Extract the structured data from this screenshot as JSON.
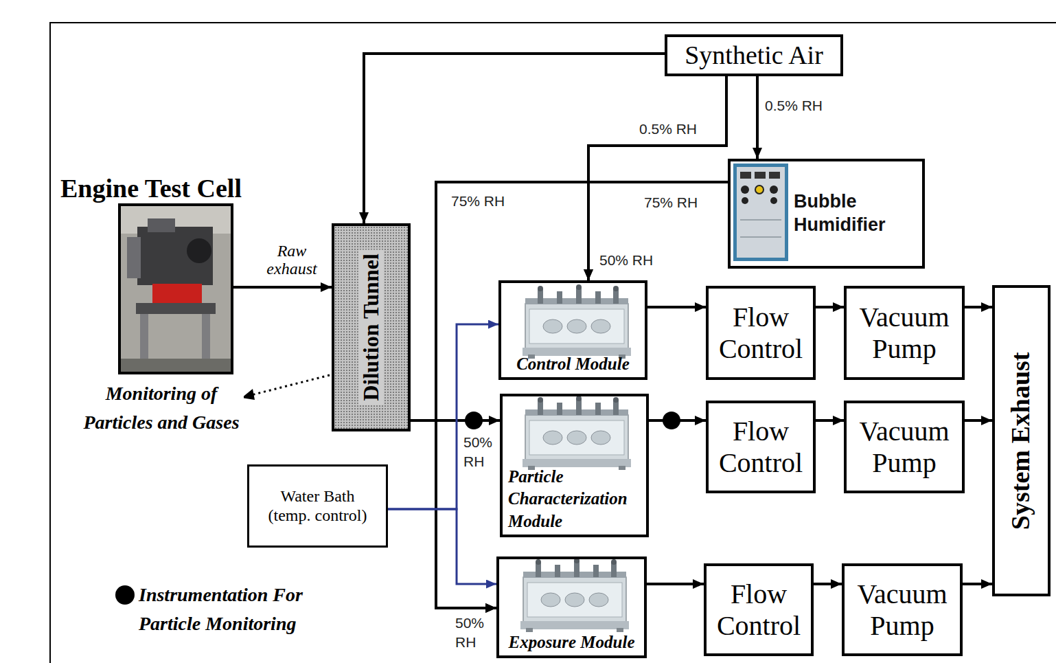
{
  "diagram": {
    "nodes": [
      {
        "text": [
          "Synthetic Air"
        ]
      },
      {
        "text": [
          "Bubble Humidifier"
        ]
      },
      {
        "text": [
          "Engine Test Cell"
        ]
      },
      {
        "text": [
          "Dilution Tunnel"
        ]
      },
      {
        "text": [
          "Control Module"
        ]
      },
      {
        "text": [
          "Flow Control"
        ]
      },
      {
        "text": [
          "Vacuum Pump"
        ]
      },
      {
        "text": [
          "System Exhaust"
        ]
      },
      {
        "text": [
          "Particle Characterization Module"
        ]
      },
      {
        "text": [
          "Flow Control"
        ]
      },
      {
        "text": [
          "Vacuum Pump"
        ]
      },
      {
        "text": [
          "Water Bath (temp. control)"
        ]
      },
      {
        "text": [
          "Exposure Module"
        ]
      },
      {
        "text": [
          "Flow Control"
        ]
      },
      {
        "text": [
          "Vacuum Pump"
        ]
      }
    ],
    "edges": [
      {
        "from": 0,
        "to": 3,
        "arrow": "to"
      },
      {
        "from": 0,
        "to": 1,
        "label": "0.5% RH",
        "arrow": "to"
      },
      {
        "from": 0,
        "to": 4,
        "label": "0.5% RH",
        "arrow": "to"
      },
      {
        "from": 1,
        "to": 4,
        "label": "75% RH",
        "arrow": "to"
      },
      {
        "from": 1,
        "to": 12,
        "label": "75% RH",
        "arrow": "to"
      },
      {
        "from": 2,
        "to": 3,
        "label": "Raw exhaust",
        "arrow": "to"
      },
      {
        "from": 3,
        "to": 8,
        "arrow": "to"
      },
      {
        "from": 3,
        "to": 12,
        "arrow": "to"
      },
      {
        "from": 11,
        "to": 4,
        "arrow": "to"
      },
      {
        "from": 11,
        "to": 12,
        "arrow": "to"
      },
      {
        "from": 4,
        "to": 5,
        "arrow": "to"
      },
      {
        "from": 5,
        "to": 6,
        "arrow": "to"
      },
      {
        "from": 6,
        "to": 7,
        "arrow": "to"
      },
      {
        "from": 8,
        "to": 9,
        "arrow": "to"
      },
      {
        "from": 9,
        "to": 10,
        "arrow": "to"
      },
      {
        "from": 10,
        "to": 7,
        "arrow": "to"
      },
      {
        "from": 12,
        "to": 13,
        "arrow": "to"
      },
      {
        "from": 13,
        "to": 14,
        "arrow": "to"
      },
      {
        "from": 14,
        "to": 7,
        "arrow": "to"
      }
    ],
    "labels": [
      "50% RH",
      "Monitoring of Particles and Gases",
      "50% RH",
      "50% RH"
    ],
    "legend": [
      {
        "text": "Instrumentation For Particle Monitoring"
      }
    ]
  }
}
